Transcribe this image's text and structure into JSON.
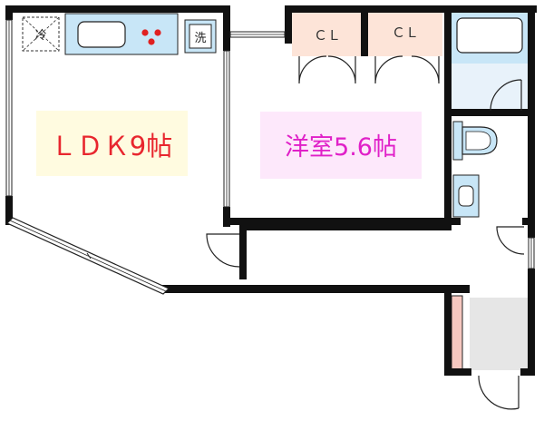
{
  "rooms": {
    "ldk": {
      "label": "ＬＤＫ9帖",
      "color": "#e8262e",
      "bg": "#fffbe0"
    },
    "western": {
      "label": "洋室5.6帖",
      "color": "#e020c8",
      "bg": "#fde8fb"
    }
  },
  "closets": [
    {
      "label": "ＣＬ",
      "bg": "#fde4d8"
    },
    {
      "label": "ＣＬ",
      "bg": "#fde4d8"
    }
  ],
  "fixtures": {
    "fridge": {
      "label": "冷"
    },
    "washer": {
      "label": "洗"
    }
  },
  "colors": {
    "kitchen": "#c8e6f7",
    "bath": "#c8e6f7",
    "entrance": "#e6e6e6",
    "shoe_box": "#f6c8c0",
    "wall": "#111111"
  }
}
